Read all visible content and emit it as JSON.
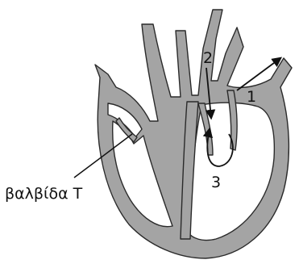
{
  "diagram": {
    "labels": {
      "valve": "βαλβίδα Τ",
      "marker_1": "1",
      "marker_2": "2",
      "marker_3": "3"
    },
    "colors": {
      "tissue": "#a4a4a4",
      "outline": "#2a2a2a",
      "background": "#ffffff"
    }
  }
}
